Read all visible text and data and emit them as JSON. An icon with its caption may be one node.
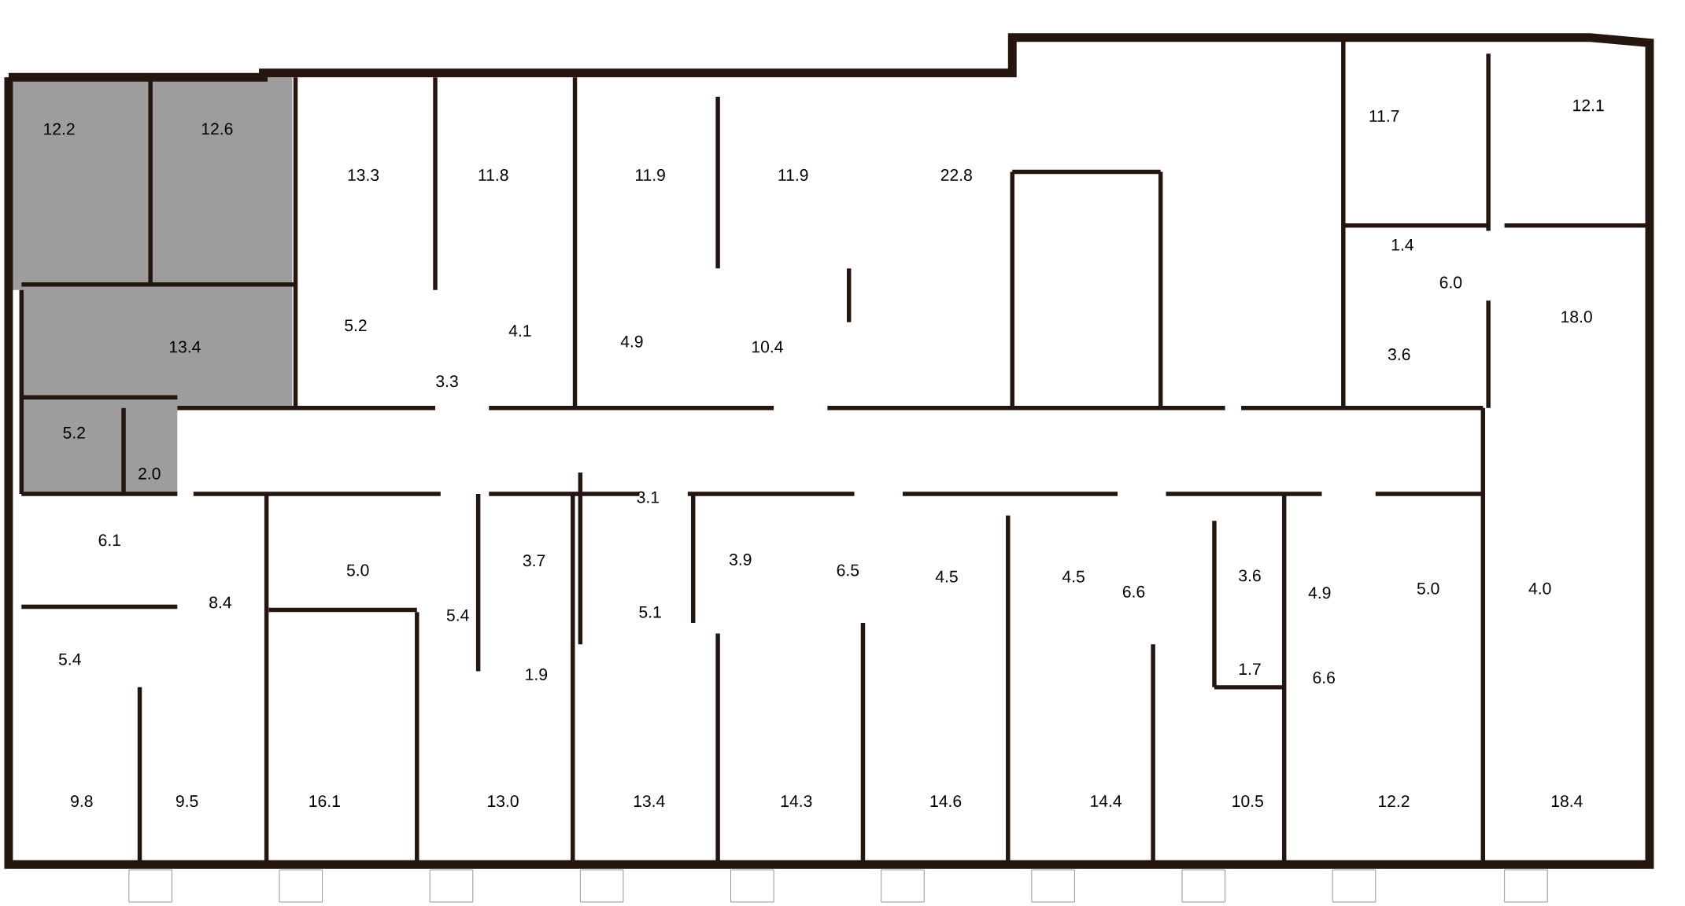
{
  "diagram": {
    "labels": [
      "12.2",
      "12.6",
      "13.3",
      "11.8",
      "11.9",
      "11.9",
      "22.8",
      "11.7",
      "12.1",
      "1.4",
      "6.0",
      "18.0",
      "5.2",
      "13.4",
      "4.1",
      "4.9",
      "10.4",
      "3.6",
      "3.3",
      "5.2",
      "2.0",
      "3.1",
      "6.1",
      "5.0",
      "3.7",
      "3.9",
      "6.5",
      "4.5",
      "4.5",
      "6.6",
      "3.6",
      "4.9",
      "5.0",
      "4.0",
      "8.4",
      "5.4",
      "5.1",
      "5.4",
      "1.9",
      "1.7",
      "6.6",
      "9.8",
      "9.5",
      "16.1",
      "13.0",
      "13.4",
      "14.3",
      "14.6",
      "14.4",
      "10.5",
      "12.2",
      "18.4"
    ]
  }
}
